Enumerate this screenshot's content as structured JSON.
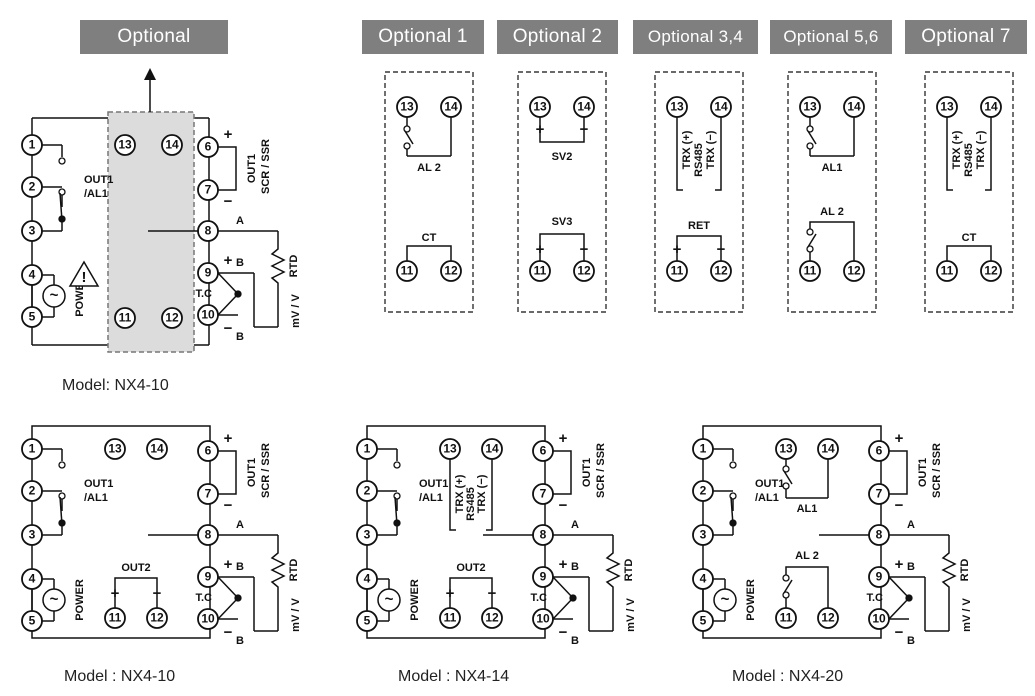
{
  "top_main": {
    "banner": "Optional",
    "caption": "Model: NX4-10"
  },
  "options": [
    {
      "banner": "Optional 1",
      "labels": [
        "AL 2",
        "CT"
      ]
    },
    {
      "banner": "Optional 2",
      "labels": [
        "SV2",
        "SV3"
      ]
    },
    {
      "banner": "Optional 3,4",
      "labels": [
        "TRX (+)",
        "RS485",
        "TRX (−)",
        "RET"
      ]
    },
    {
      "banner": "Optional 5,6",
      "labels": [
        "AL1",
        "AL 2"
      ]
    },
    {
      "banner": "Optional 7",
      "labels": [
        "TRX (+)",
        "RS485",
        "TRX (−)",
        "CT"
      ]
    }
  ],
  "terminals": {
    "t1": "1",
    "t2": "2",
    "t3": "3",
    "t4": "4",
    "t5": "5",
    "t6": "6",
    "t7": "7",
    "t8": "8",
    "t9": "9",
    "t10": "10",
    "t11": "11",
    "t12": "12",
    "t13": "13",
    "t14": "14"
  },
  "labels": {
    "out1_al1_line1": "OUT1",
    "out1_al1_line2": "/AL1",
    "power": "POWER",
    "out1_right": "OUT1",
    "scr_ssr": "SCR / SSR",
    "a": "A",
    "b": "B",
    "rtd": "RTD",
    "tc": "T.C",
    "mv_v": "mV / V",
    "out2": "OUT2",
    "plus": "+",
    "minus": "−"
  },
  "bottom": [
    {
      "caption": "Model : NX4-10",
      "center": "OUT2"
    },
    {
      "caption": "Model : NX4-14",
      "center": "RS485 + OUT2"
    },
    {
      "caption": "Model : NX4-20",
      "center": "AL1 + AL2"
    }
  ]
}
